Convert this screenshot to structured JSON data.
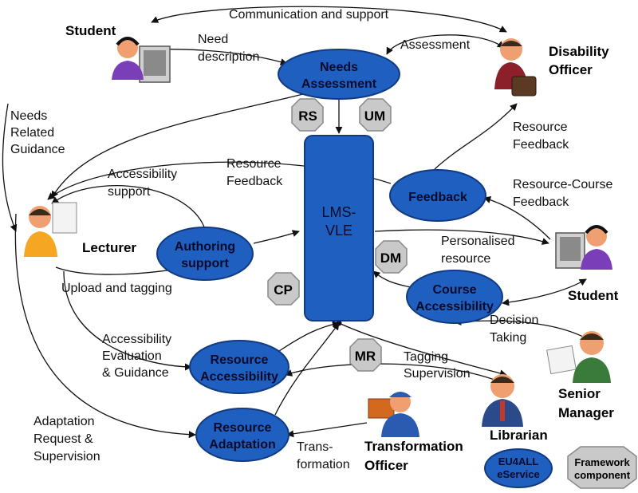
{
  "nodes": {
    "needs_assessment": [
      "Needs",
      "Assessment"
    ],
    "lms_vle": [
      "LMS-",
      "VLE"
    ],
    "feedback": "Feedback",
    "authoring_support": [
      "Authoring",
      "support"
    ],
    "course_accessibility": [
      "Course",
      "Accessibility"
    ],
    "resource_accessibility": [
      "Resource",
      "Accessibility"
    ],
    "resource_adaptation": [
      "Resource",
      "Adaptation"
    ],
    "eu4all_eservice": [
      "EU4ALL",
      "eService"
    ]
  },
  "components": {
    "rs": "RS",
    "um": "UM",
    "dm": "DM",
    "cp": "CP",
    "mr": "MR",
    "framework_component": [
      "Framework",
      "component"
    ]
  },
  "actors": {
    "student_top": "Student",
    "disability_officer": [
      "Disability",
      "Officer"
    ],
    "lecturer": "Lecturer",
    "student_right": "Student",
    "senior_manager": [
      "Senior",
      "Manager"
    ],
    "librarian": "Librarian",
    "transformation_officer": [
      "Transformation",
      "Officer"
    ]
  },
  "edge_labels": {
    "communication_support": "Communication  and support",
    "need_description": [
      "Need",
      "description"
    ],
    "assessment": "Assessment",
    "needs_related_guidance": [
      "Needs",
      "Related",
      "Guidance"
    ],
    "resource_feedback_top": [
      "Resource",
      "Feedback"
    ],
    "resource_feedback_mid": [
      "Resource",
      "Feedback"
    ],
    "accessibility_support": [
      "Accessibility",
      "support"
    ],
    "resource_course_feedback": [
      "Resource-Course",
      "Feedback"
    ],
    "personalised_resource": [
      "Personalised",
      "resource"
    ],
    "upload_tagging": "Upload and tagging",
    "decision_taking": [
      "Decision",
      "Taking"
    ],
    "accessibility_evaluation": [
      "Accessibility",
      "Evaluation",
      "& Guidance"
    ],
    "tagging_supervision": [
      "Tagging",
      "Supervision"
    ],
    "adaptation_request": [
      "Adaptation",
      "Request &",
      "Supervision"
    ],
    "transformation": [
      "Trans-",
      "formation"
    ]
  },
  "colors": {
    "node_fill": "#1f5fbf",
    "node_text": "#0a0a2a",
    "component_fill": "#c9c9c9",
    "person_skin": "#f0a070",
    "student_shirt": "#7a3fb8",
    "officer_suit": "#8b1f2a",
    "lecturer_shirt": "#f5a623",
    "manager_shirt": "#3a7a3a",
    "librarian_suit": "#2a4a8a",
    "worker_suit": "#2a5bb0"
  }
}
